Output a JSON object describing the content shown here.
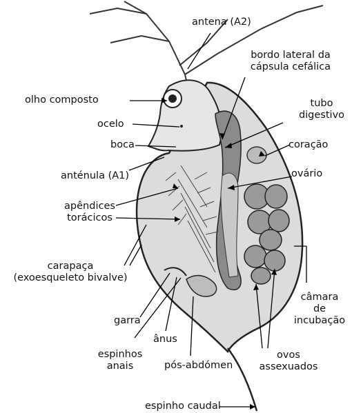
{
  "labels": {
    "antena_a2": "antena (A2)",
    "bordo_lateral_1": "bordo lateral da",
    "bordo_lateral_2": "cápsula cefálica",
    "olho_composto": "olho composto",
    "tubo_1": "tubo",
    "tubo_2": "digestivo",
    "ocelo": "ocelo",
    "boca": "boca",
    "coracao": "coração",
    "antenula": "anténula (A1)",
    "ovario": "ovário",
    "apendices_1": "apêndices",
    "apendices_2": "torácicos",
    "carapaca_1": "carapaça",
    "carapaca_2": "(exoesqueleto bivalve)",
    "camara_1": "câmara",
    "camara_2": "de",
    "camara_3": "incubação",
    "garra": "garra",
    "anus": "ânus",
    "espinhos_1": "espinhos",
    "espinhos_2": "anais",
    "pos_abdomen": "pós-abdómen",
    "ovos_1": "ovos",
    "ovos_2": "assexuados",
    "espinho_caudal": "espinho caudal"
  },
  "colors": {
    "body_fill": "#dcdcdc",
    "head_fill": "#e6e6e6",
    "gut_fill": "#8a8a8a",
    "egg_fill": "#9a9a9a",
    "outline": "#222222"
  }
}
